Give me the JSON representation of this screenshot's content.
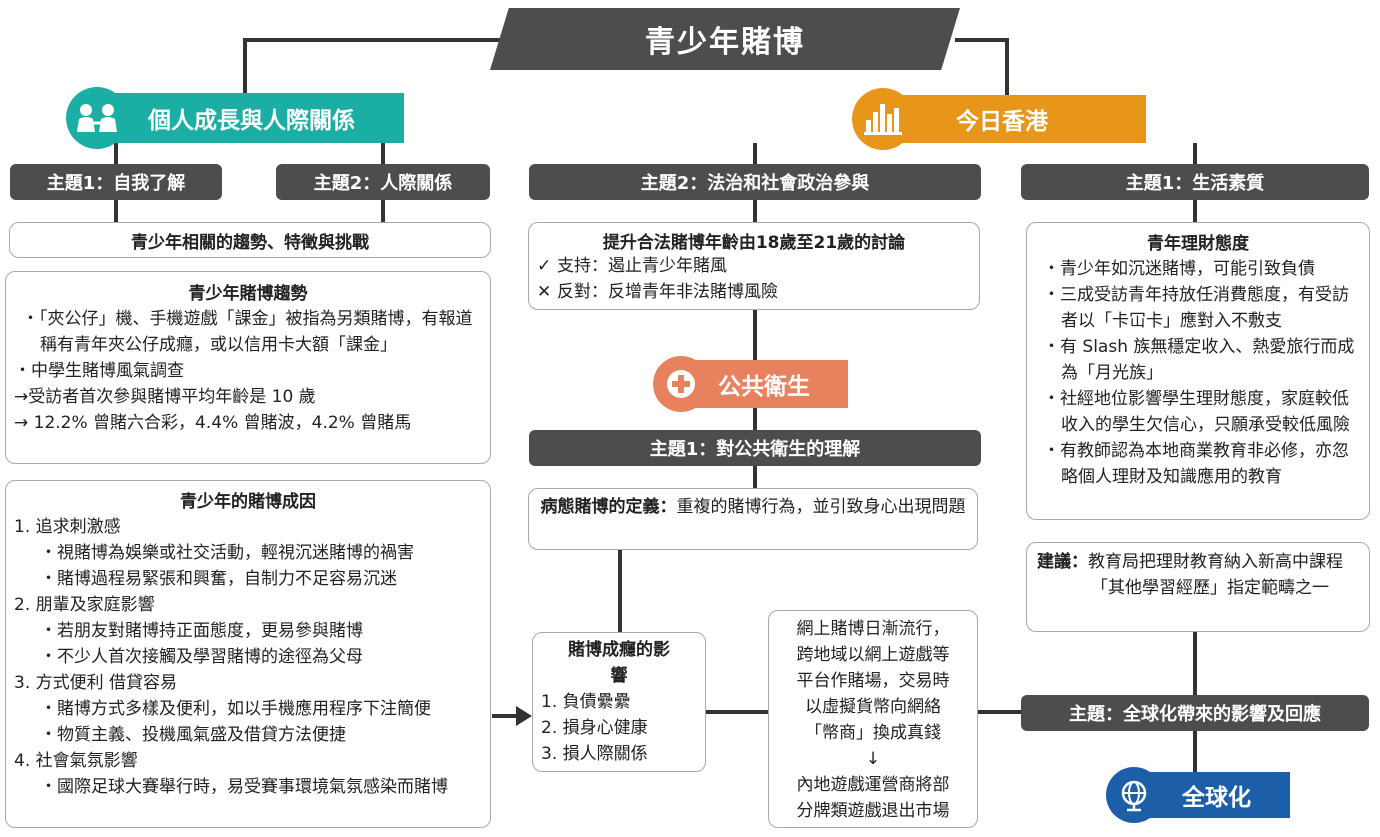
{
  "title": "青少年賭博",
  "categories": {
    "personal": {
      "label": "個人成長與人際關係",
      "color": "#1aaea4",
      "icon": "people-icon"
    },
    "hongkong": {
      "label": "今日香港",
      "color": "#e8961a",
      "icon": "city-skyline-icon"
    },
    "health": {
      "label": "公共衛生",
      "color": "#e8825e",
      "icon": "medical-cross-icon"
    },
    "global": {
      "label": "全球化",
      "color": "#1c5fa8",
      "icon": "globe-icon"
    }
  },
  "themes": {
    "self": "主題1：自我了解",
    "relations": "主題2：人際關係",
    "law": "主題2：法治和社會政治參與",
    "quality": "主題1：生活素質",
    "health": "主題1：對公共衛生的理解",
    "global": "主題：全球化帶來的影響及回應"
  },
  "left": {
    "banner": "青少年相關的趨勢、特徵與挑戰",
    "trends": {
      "heading": "青少年賭博趨勢",
      "p1": "・「夾公仔」機、手機遊戲「課金」被指為另類賭博，有報道稱有青年夾公仔成癮，或以信用卡大額「課金」",
      "p2": "・中學生賭博風氣調查",
      "p3": "→受訪者首次參與賭博平均年齡是 10 歲",
      "p4": "→ 12.2% 曾賭六合彩，4.4% 曾賭波，4.2% 曾賭馬"
    },
    "causes": {
      "heading": "青少年的賭博成因",
      "items": [
        {
          "title": "1. 追求刺激感",
          "points": [
            "・視賭博為娛樂或社交活動，輕視沉迷賭博的禍害",
            "・賭博過程易緊張和興奮，自制力不足容易沉迷"
          ]
        },
        {
          "title": "2. 朋輩及家庭影響",
          "points": [
            "・若朋友對賭博持正面態度，更易參與賭博",
            "・不少人首次接觸及學習賭博的途徑為父母"
          ]
        },
        {
          "title": "3. 方式便利 借貸容易",
          "points": [
            "・賭博方式多樣及便利，如以手機應用程序下注簡便",
            "・物質主義、投機風氣盛及借貸方法便捷"
          ]
        },
        {
          "title": "4. 社會氣氛影響",
          "points": [
            "・國際足球大賽舉行時，易受賽事環境氣氛感染而賭博"
          ]
        }
      ]
    }
  },
  "middle": {
    "age": {
      "heading": "提升合法賭博年齡由18歲至21歲的討論",
      "support": "支持：遏止青少年賭風",
      "oppose": "反對：反增青年非法賭博風險"
    },
    "definition": {
      "label": "病態賭博的定義：",
      "text": "重複的賭博行為，並引致身心出現問題"
    },
    "impact": {
      "heading": "賭博成癮的影響",
      "items": [
        "1. 負債纍纍",
        "2. 損身心健康",
        "3. 損人際關係"
      ]
    },
    "online": {
      "lines": [
        "網上賭博日漸流行，",
        "跨地域以網上遊戲等",
        "平台作賭場，交易時",
        "以虛擬貨幣向網絡",
        "「幣商」換成真錢",
        "↓",
        "內地遊戲運營商將部",
        "分牌類遊戲退出市場"
      ]
    }
  },
  "right": {
    "finance": {
      "heading": "青年理財態度",
      "items": [
        "・青少年如沉迷賭博，可能引致負債",
        "・三成受訪青年持放任消費態度，有受訪者以「卡冚卡」應對入不敷支",
        "・有 Slash 族無穩定收入、熱愛旅行而成為「月光族」",
        "・社經地位影響學生理財態度，家庭較低收入的學生欠信心，只願承受較低風險",
        "・有教師認為本地商業教育非必修，亦忽略個人理財及知識應用的教育"
      ]
    },
    "suggest": {
      "label": "建議：",
      "text": "教育局把理財教育納入新高中課程「其他學習經歷」指定範疇之一"
    }
  }
}
